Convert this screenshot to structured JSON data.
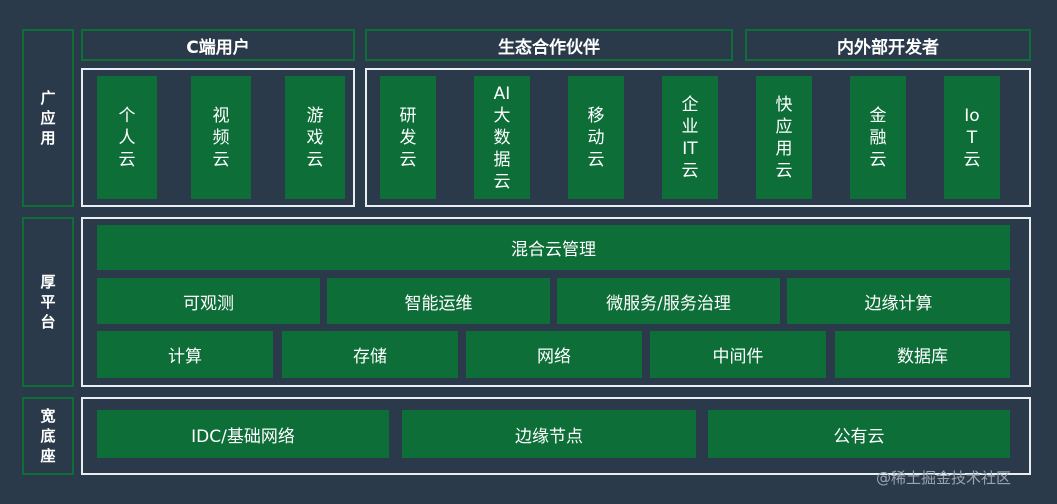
{
  "side_labels": {
    "app": "广应用",
    "platform": "厚平台",
    "base": "宽底座"
  },
  "headers": {
    "c_users": "C端用户",
    "ecosystem": "生态合作伙伴",
    "developers": "内外部开发者"
  },
  "c_apps": [
    "个人云",
    "视频云",
    "游戏云"
  ],
  "eco_apps": [
    "研发云",
    "AI大数据云",
    "移动云",
    "企业IT云",
    "快应用云",
    "金融云",
    "IoT云"
  ],
  "platform": {
    "row1": [
      "混合云管理"
    ],
    "row2": [
      "可观测",
      "智能运维",
      "微服务/服务治理",
      "边缘计算"
    ],
    "row3": [
      "计算",
      "存储",
      "网络",
      "中间件",
      "数据库"
    ]
  },
  "base": [
    "IDC/基础网络",
    "边缘节点",
    "公有云"
  ],
  "watermark": "@稀土掘金技术社区"
}
